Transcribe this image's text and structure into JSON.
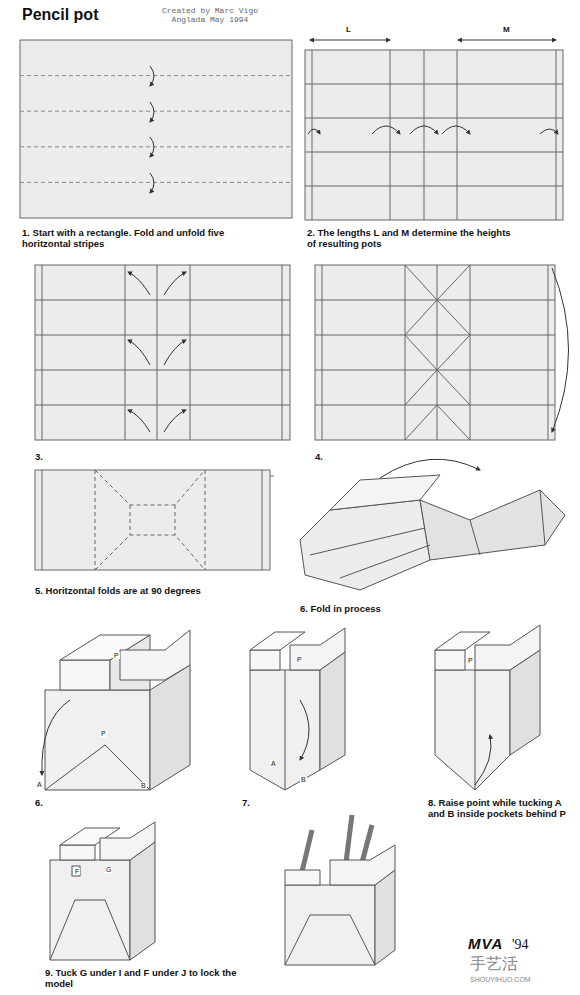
{
  "diagram": {
    "title": "Pencil pot",
    "labels": [
      "Created by Marc Vigo Anglada May 1994",
      "L",
      "M",
      "1. Start with a rectangle. Fold and unfold five horitzontal stripes",
      "2. The lengths L and M determine the heights of resulting pots",
      "3.",
      "4.",
      "5. Horitzontal folds are at 90 degrees",
      "6. Fold in process",
      "6.",
      "7.",
      "8. Raise point while tucking A and B inside pockets behind P",
      "9. Tuck G under I and F under J to lock the model",
      "MVA",
      "'94",
      "手艺活",
      "SHOUYIHUO.COM",
      "P",
      "P",
      "A",
      "B",
      "P",
      "A",
      "B",
      "P",
      "F",
      "G"
    ]
  }
}
